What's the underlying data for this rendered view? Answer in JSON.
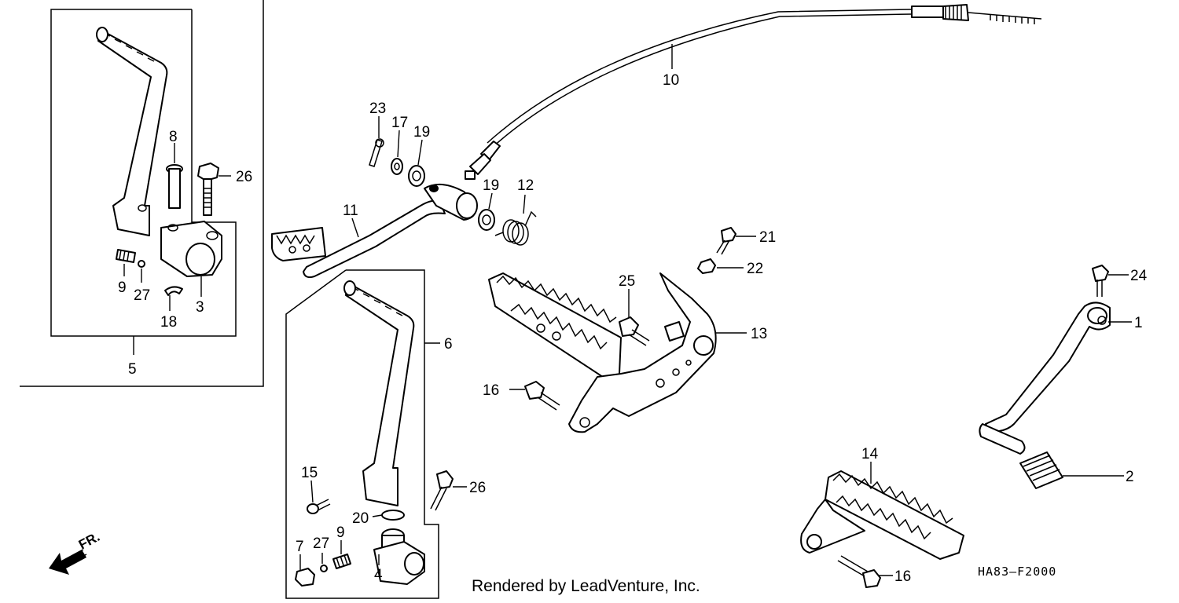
{
  "diagram": {
    "part_labels": {
      "p1": "1",
      "p2": "2",
      "p3": "3",
      "p4": "4",
      "p5": "5",
      "p6": "6",
      "p7": "7",
      "p8": "8",
      "p9a": "9",
      "p9b": "9",
      "p10": "10",
      "p11": "11",
      "p12": "12",
      "p13": "13",
      "p14": "14",
      "p15": "15",
      "p16a": "16",
      "p16b": "16",
      "p17": "17",
      "p18": "18",
      "p19a": "19",
      "p19b": "19",
      "p20": "20",
      "p21": "21",
      "p22": "22",
      "p23": "23",
      "p24": "24",
      "p25": "25",
      "p26a": "26",
      "p26b": "26",
      "p27a": "27",
      "p27b": "27"
    },
    "front_indicator": "FR.",
    "drawing_code": "HA83—F2000"
  },
  "credit": "Rendered by LeadVenture, Inc."
}
